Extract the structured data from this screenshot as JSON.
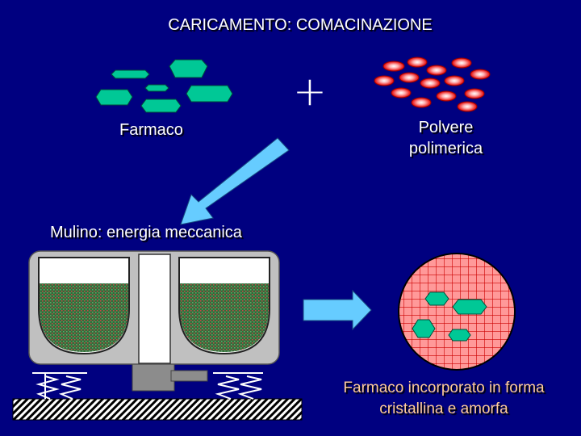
{
  "title": "CARICAMENTO: COMACINAZIONE",
  "plus_sign": "+",
  "labels": {
    "drug": "Farmaco",
    "polymer_line1": "Polvere",
    "polymer_line2": "polimerica",
    "mill": "Mulino: energia meccanica",
    "result_line1": "Farmaco incorporato in forma",
    "result_line2": "cristallina e amorfa"
  },
  "colors": {
    "background": "#000080",
    "drug_crystal": "#00c896",
    "polymer_particle": "#e60000",
    "arrow": "#66ccff",
    "mill_body": "#c0c0c0",
    "mill_contents": "#3a7a40",
    "result_text": "#ffcc99",
    "result_circle": "#ff9999"
  },
  "icons": {
    "drug_crystals": "hexagon-crystal-icon",
    "polymer_particles": "red-oval-particle-icon",
    "diagonal_arrow": "arrow-down-left-icon",
    "right_arrow": "arrow-right-icon",
    "mill": "ball-mill-icon",
    "result": "grid-circle-icon"
  }
}
